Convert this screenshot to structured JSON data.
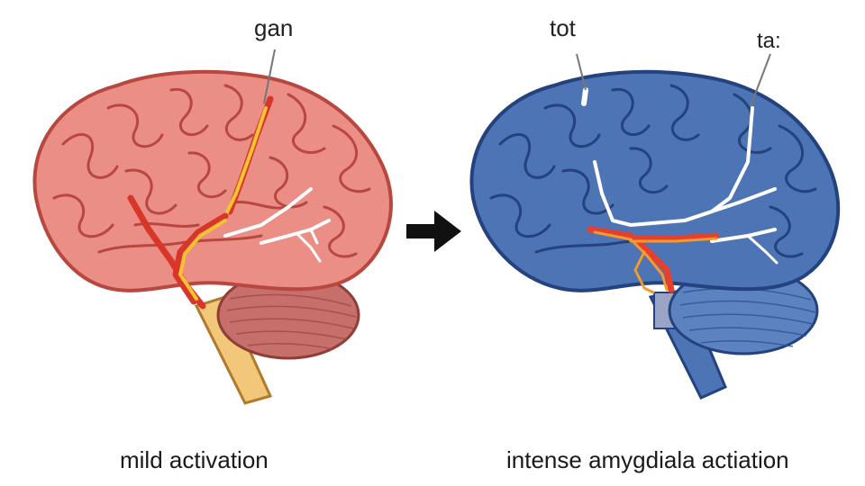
{
  "figure": {
    "left_panel": {
      "callout": "gan",
      "caption": "mild activation",
      "colors": {
        "brain": "#eb8e86",
        "brain_outline": "#b8483f",
        "cerebellum": "#c76f6a",
        "stem": "#f2c77a",
        "pathway_red": "#d8362a",
        "pathway_yellow": "#f4c431"
      }
    },
    "arrow": {
      "icon": "right-arrow-icon",
      "color": "#111111"
    },
    "right_panel": {
      "callout_a": "tot",
      "callout_b": "ta:",
      "caption": "intense amygdiala actiation",
      "colors": {
        "brain": "#4d74b5",
        "brain_outline": "#23427e",
        "cerebellum": "#5c82bf",
        "stem": "#9aa4c7",
        "pathway_red": "#e5402d",
        "pathway_orange": "#f29a2e",
        "pathway_white": "#ffffff"
      }
    }
  }
}
